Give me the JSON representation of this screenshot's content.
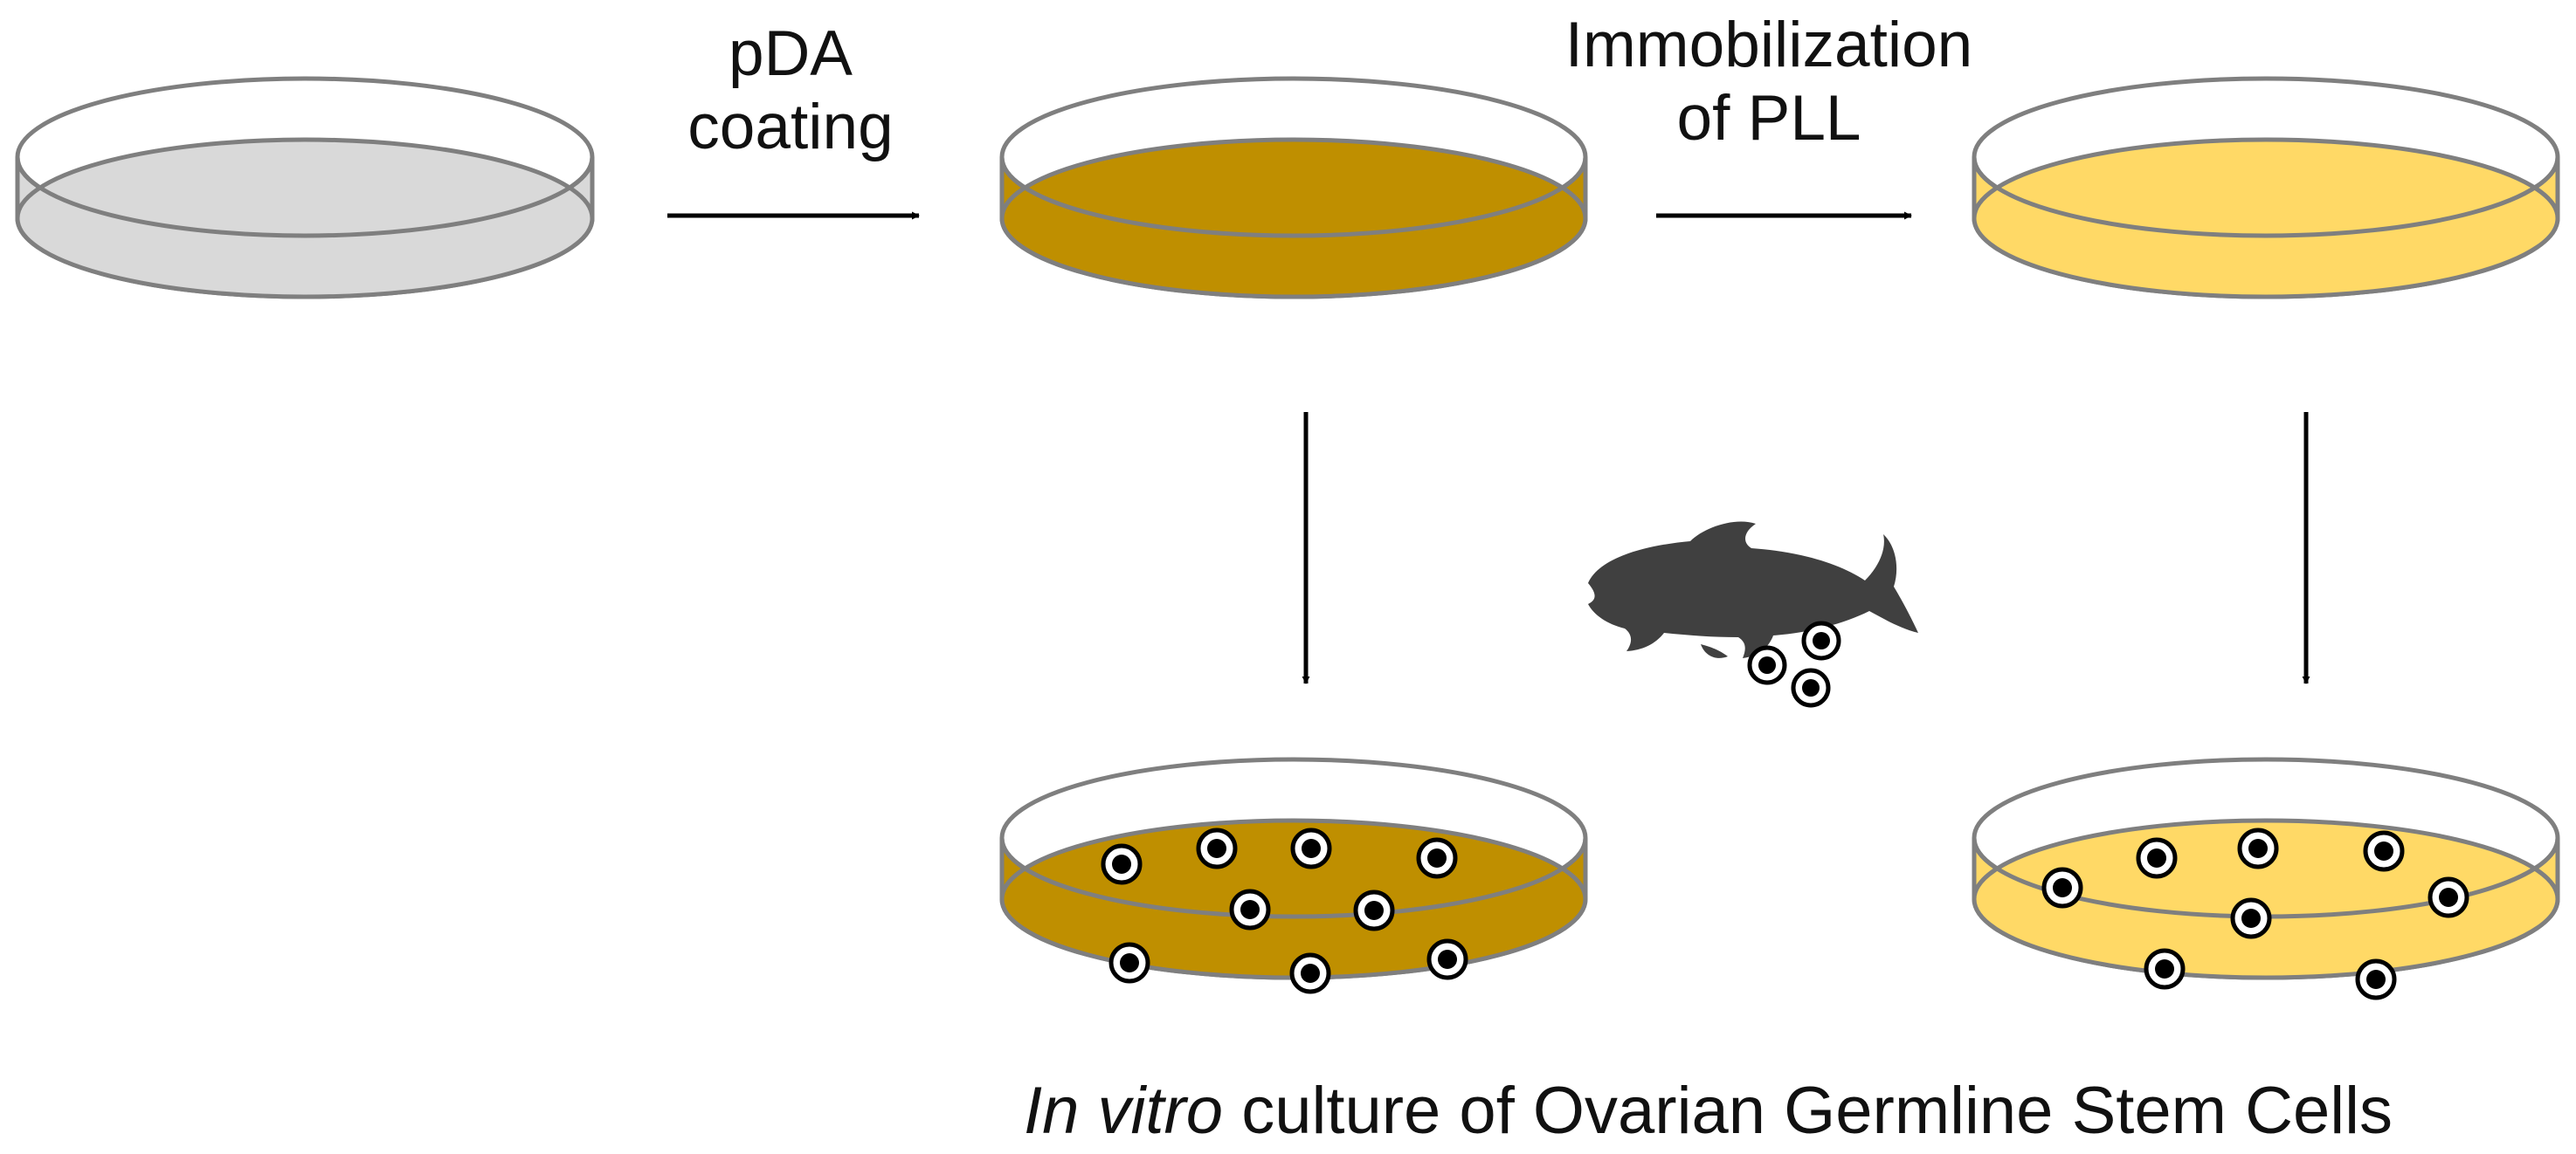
{
  "labels": {
    "step1_line1": "pDA",
    "step1_line2": "coating",
    "step2_line1": "Immobilization",
    "step2_line2": "of PLL",
    "caption_italic": "In vitro",
    "caption_rest": " culture of Ovarian Germline Stem Cells"
  },
  "dishes": [
    {
      "id": "dish-uncoated",
      "fill": "#d9d9d9",
      "cells": 0
    },
    {
      "id": "dish-pda",
      "fill": "#bf8f00",
      "cells": 0
    },
    {
      "id": "dish-pll",
      "fill": "#ffd966",
      "cells": 0
    },
    {
      "id": "dish-pda-culture",
      "fill": "#bf8f00",
      "cells": 9
    },
    {
      "id": "dish-pll-culture",
      "fill": "#ffd966",
      "cells": 8
    }
  ],
  "colors": {
    "outline": "#7f7f7f",
    "arrow": "#000000",
    "fish": "#404040",
    "cell": "#000000"
  }
}
